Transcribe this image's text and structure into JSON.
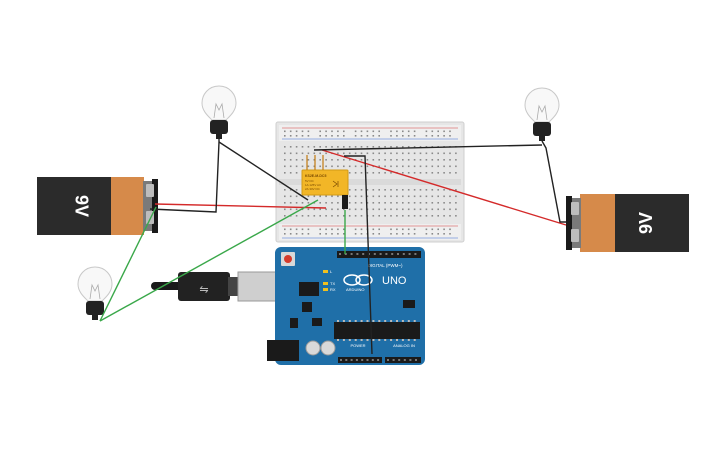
{
  "circuit": {
    "battery_left": {
      "label": "9V"
    },
    "battery_right": {
      "label": "9V"
    },
    "relay": {
      "model": "KS2E-M-DC5",
      "lines": [
        "5V DC",
        "1A 125V AC",
        "2A 30V DC"
      ]
    },
    "arduino": {
      "brand": "ARDUINO",
      "model": "UNO",
      "digital_label": "DIGITAL (PWM~)",
      "power_label": "POWER",
      "analog_label": "ANALOG IN",
      "tx_label": "TX",
      "rx_label": "RX",
      "l_label": "L"
    },
    "wire_colors": {
      "red": "#d42a2a",
      "black": "#222222",
      "green": "#3aa84a"
    },
    "component_colors": {
      "board": "#1f6fa8",
      "battery_body": "#2b2b2b",
      "battery_cap": "#d68a4a",
      "relay": "#f2b627",
      "breadboard": "#e6e6e6"
    }
  }
}
